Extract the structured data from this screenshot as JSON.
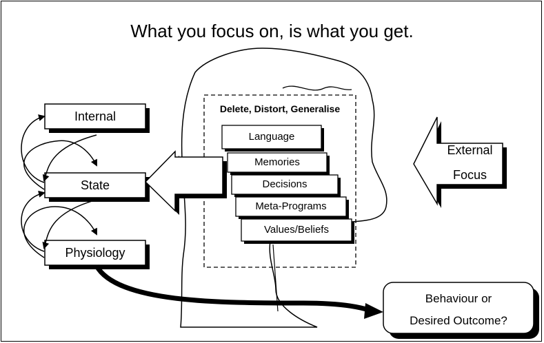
{
  "title": "What you focus on, is what you get.",
  "left_boxes": {
    "internal": "Internal",
    "state": "State",
    "physiology": "Physiology"
  },
  "filter": {
    "heading": "Delete, Distort, Generalise",
    "layers": [
      "Language",
      "Memories",
      "Decisions",
      "Meta-Programs",
      "Values/Beliefs"
    ]
  },
  "external_focus": [
    "External",
    "Focus"
  ],
  "outcome": [
    "Behaviour or",
    "Desired Outcome?"
  ]
}
